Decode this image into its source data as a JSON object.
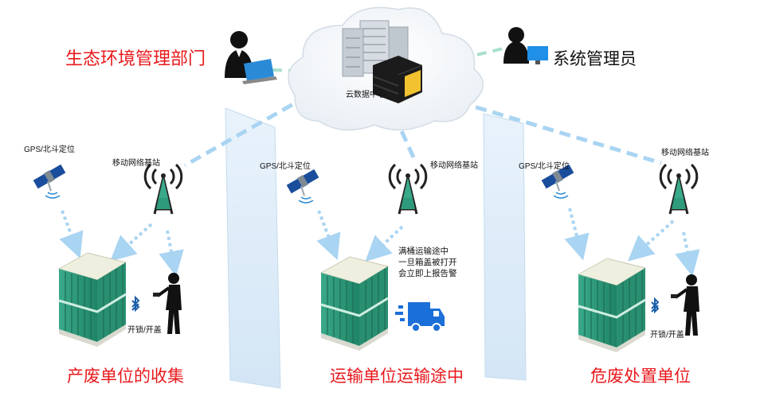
{
  "labels": {
    "env_dept": "生态环境管理部门",
    "sys_admin": "系统管理员",
    "cloud_center": "云数据中心",
    "gps": "GPS/北斗定位",
    "base_station": "移动网络基站",
    "unlock": "开锁/开盖",
    "alert_line1": "满桶运输途中",
    "alert_line2": "一旦箱盖被打开",
    "alert_line3": "会立即上报告警"
  },
  "stages": [
    {
      "title": "产废单位的收集"
    },
    {
      "title": "运输单位运输途中"
    },
    {
      "title": "危废处置单位"
    }
  ],
  "colors": {
    "title_red": "#e8191c",
    "dash_blue": "#a9d4f2",
    "link_green": "#a8dfcf",
    "panel_blue": "#dcebf8",
    "bin_green": "#2d9b7c",
    "truck_blue": "#1b6fd8"
  },
  "icons": [
    "admin-laptop-icon",
    "admin-monitor-icon",
    "server-rack-icon",
    "satellite-icon",
    "antenna-tower-icon",
    "waste-bin-icon",
    "bluetooth-icon",
    "phone-user-icon",
    "delivery-truck-icon"
  ]
}
